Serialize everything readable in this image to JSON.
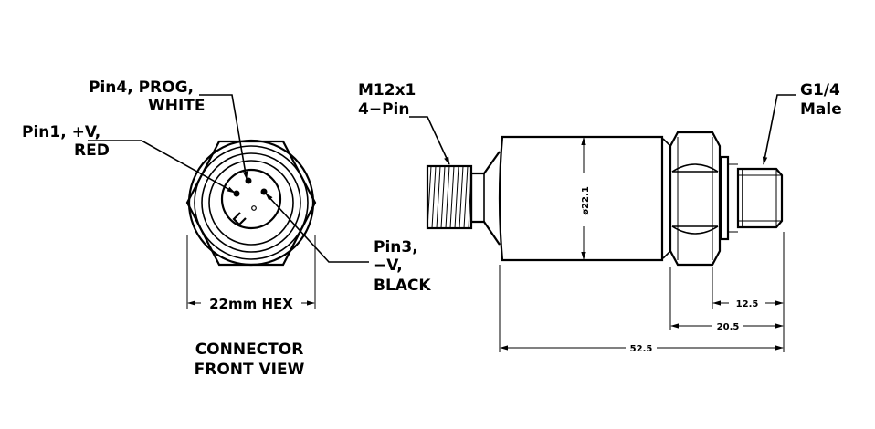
{
  "connector_view": {
    "pin4_line1": "Pin4, PROG,",
    "pin4_line2": "WHITE",
    "pin1_line1": "Pin1, +V,",
    "pin1_line2": "RED",
    "pin3_line1": "Pin3,",
    "pin3_line2": "−V,",
    "pin3_line3": "BLACK",
    "hex_label": "22mm HEX",
    "caption_line1": "CONNECTOR",
    "caption_line2": "FRONT VIEW"
  },
  "side_view": {
    "connector_line1": "M12x1",
    "connector_line2": "4−Pin",
    "thread_line1": "G1/4",
    "thread_line2": "Male",
    "diameter": "ø22.1",
    "dim_thread_length": "12.5",
    "dim_hex_to_end": "20.5",
    "dim_overall_length": "52.5"
  }
}
